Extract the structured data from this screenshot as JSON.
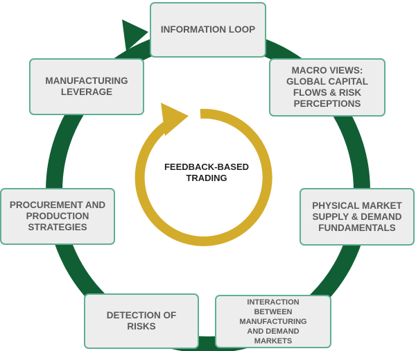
{
  "center": {
    "label": "FEEDBACK-BASED\nTRADING"
  },
  "nodes": [
    {
      "id": "information-loop",
      "label": "INFORMATION LOOP"
    },
    {
      "id": "macro-views",
      "label": "MACRO VIEWS:\nGLOBAL CAPITAL\nFLOWS & RISK\nPERCEPTIONS"
    },
    {
      "id": "physical-market",
      "label": "PHYSICAL MARKET\nSUPPLY & DEMAND\nFUNDAMENTALS"
    },
    {
      "id": "interaction",
      "label": "INTERACTION\nBETWEEN\nMANUFACTURING\nAND DEMAND\nMARKETS"
    },
    {
      "id": "detection-of-risks",
      "label": "DETECTION OF\nRISKS"
    },
    {
      "id": "procurement",
      "label": "PROCUREMENT AND\nPRODUCTION\nSTRATEGIES"
    },
    {
      "id": "manufacturing-leverage",
      "label": "MANUFACTURING\nLEVERAGE"
    }
  ],
  "colors": {
    "outer_ring": "#115e34",
    "inner_ring": "#d4ac2b",
    "box_fill": "#ededed",
    "box_border": "#5fae92",
    "box_text": "#595959"
  }
}
